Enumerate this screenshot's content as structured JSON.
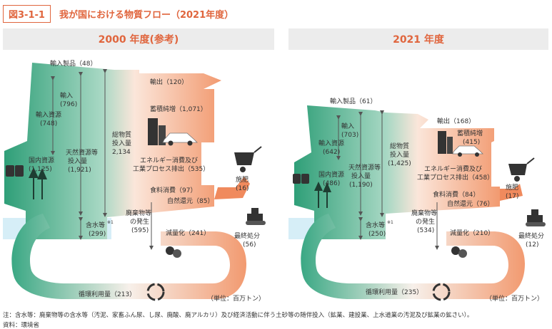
{
  "figure_id": "図3-1-1",
  "figure_title": "我が国における物質フロー（2021年度）",
  "panels": [
    {
      "heading": "2000 年度(参考)",
      "labels": {
        "imports_products": "輸入製品（48）",
        "imports_1": "輸入",
        "imports_2": "(796)",
        "import_res_1": "輸入資源",
        "import_res_2": "(748)",
        "domestic_1": "国内資源",
        "domestic_2": "(1,125)",
        "natural_1": "天然資源等",
        "natural_2": "投入量",
        "natural_3": "(1,921)",
        "total_1": "総物質",
        "total_2": "投入量",
        "total_3": "2,134",
        "export": "輸出（120）",
        "stock": "蓄積純増（1,071）",
        "energy_1": "エネルギー消費及び",
        "energy_2": "工業プロセス排出（535）",
        "fert_1": "施肥",
        "fert_2": "(16)",
        "food": "食料消費（97）",
        "natural_return": "自然還元（85）",
        "waste_1": "廃棄物等",
        "waste_2": "の発生",
        "waste_3": "(595)",
        "reduction": "減量化（241）",
        "final_1": "最終処分",
        "final_2": "(56)",
        "water_1": "含水等",
        "water_sup": "※1",
        "water_2": "(299)",
        "cycle": "循環利用量（213）",
        "unit": "（単位：百万トン）"
      }
    },
    {
      "heading": "2021 年度",
      "labels": {
        "imports_products": "輸入製品（61）",
        "imports_1": "輸入",
        "imports_2": "(703)",
        "import_res_1": "輸入資源",
        "import_res_2": "(642)",
        "domestic_1": "国内資源",
        "domestic_2": "(486)",
        "natural_1": "天然資源等",
        "natural_2": "投入量",
        "natural_3": "(1,190)",
        "total_1": "総物質",
        "total_2": "投入量",
        "total_3": "(1,425)",
        "export": "輸出（168）",
        "stock": "蓄積純増",
        "stock_2": "(415)",
        "energy_1": "エネルギー消費及び",
        "energy_2": "工業プロセス排出（458）",
        "fert_1": "施肥",
        "fert_2": "(17)",
        "food": "食料消費（84）",
        "natural_return": "自然還元（76）",
        "waste_1": "廃棄物等",
        "waste_2": "の発生",
        "waste_3": "(534)",
        "reduction": "減量化（210）",
        "final_1": "最終処分",
        "final_2": "(12)",
        "water_1": "含水等",
        "water_sup": "※1",
        "water_2": "(250)",
        "cycle": "循環利用量（235）",
        "unit": "（単位：百万トン）"
      }
    }
  ],
  "footnote": "注：含水等：廃棄物等の含水等（汚泥、家畜ふん尿、し尿、廃酸、廃アルカリ）及び経済活動に伴う土砂等の随伴投入（鉱業、建設業、上水道業の汚泥及び鉱業の鉱さい）。",
  "source": "資料：環境省",
  "colors": {
    "accent": "#e0653d",
    "green": "#3fae86",
    "orange": "#f3a37d",
    "water": "#d6eef7"
  }
}
